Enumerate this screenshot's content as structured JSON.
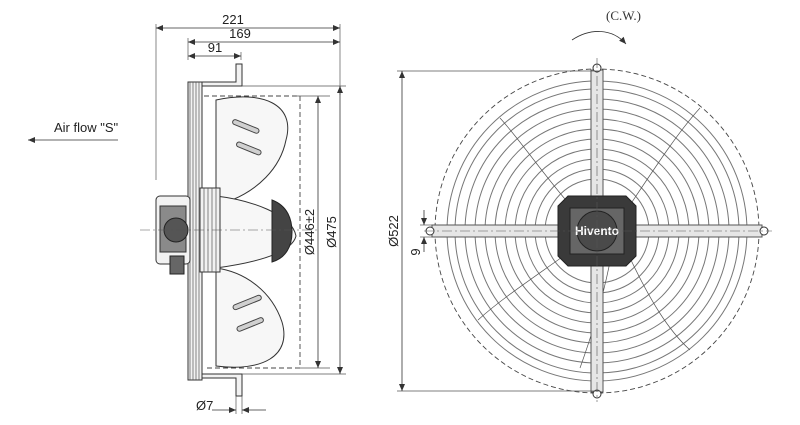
{
  "airflow_label": "Air flow \"S\"",
  "rotation_label": "(C.W.)",
  "brand": "Hivento",
  "dims": {
    "overall_depth": "221",
    "depth_169": "169",
    "depth_91": "91",
    "blade_diameter": "Ø446±2",
    "ring_diameter": "Ø475",
    "outer_diameter": "Ø522",
    "mount_offset": "9",
    "hole_diameter": "Ø7"
  },
  "colors": {
    "line": "#333333",
    "motor_fill": "#555555",
    "background": "#ffffff"
  }
}
